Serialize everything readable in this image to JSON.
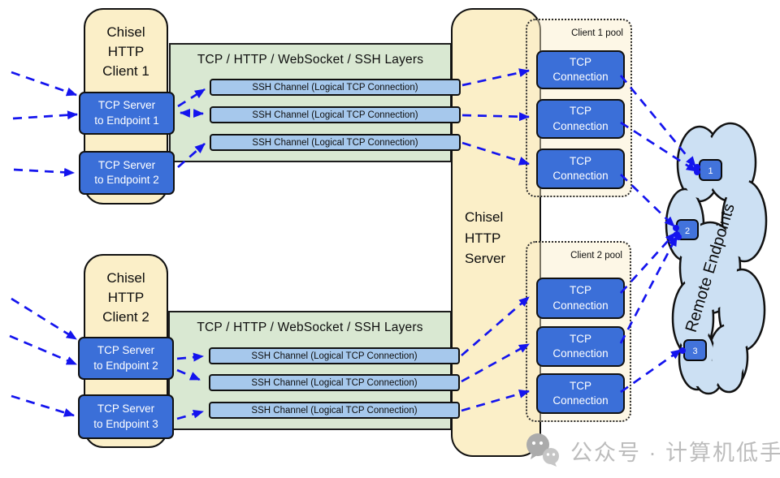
{
  "clients": [
    {
      "title": "Chisel\nHTTP\nClient 1",
      "tcp_servers": [
        "TCP Server\nto Endpoint 1",
        "TCP Server\nto Endpoint 2"
      ]
    },
    {
      "title": "Chisel\nHTTP\nClient 2",
      "tcp_servers": [
        "TCP Server\nto Endpoint 2",
        "TCP Server\nto Endpoint 3"
      ]
    }
  ],
  "layers_band": {
    "title": "TCP / HTTP / WebSocket / SSH Layers",
    "channel_label": "SSH Channel (Logical TCP Connection)"
  },
  "server": {
    "title": "Chisel\nHTTP\nServer"
  },
  "pools": [
    {
      "label": "Client 1 pool",
      "connection_label": "TCP\nConnection"
    },
    {
      "label": "Client 2 pool",
      "connection_label": "TCP\nConnection"
    }
  ],
  "cloud": {
    "label": "Remote Endpoints",
    "endpoints": [
      "1",
      "2",
      "3"
    ]
  },
  "watermark": {
    "text": "公众号 · 计算机低手"
  },
  "colors": {
    "cream": "#FBEFC8",
    "band_green": "#D9E8D2",
    "ssh_bar_blue": "#A6C8EC",
    "box_blue": "#3B6FD8",
    "arrow_blue": "#1414EE",
    "cloud_blue": "#CCE0F3",
    "watermark_gray": "#BCBCBC"
  }
}
